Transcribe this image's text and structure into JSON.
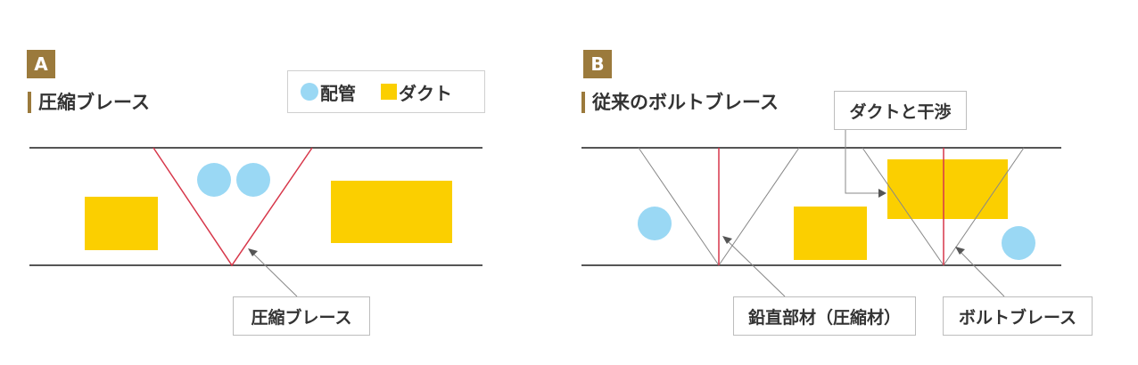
{
  "colors": {
    "accent": "#9b7a3c",
    "brace_red": "#d7374a",
    "pipe_blue": "#9ad8f4",
    "duct_yellow": "#fbcf00",
    "beam": "#555555",
    "thin_line": "#888888"
  },
  "panel_a": {
    "badge": "A",
    "heading": "圧縮ブレース",
    "callout": "圧縮ブレース"
  },
  "legend": {
    "pipe_label": "配管",
    "duct_label": "ダクト"
  },
  "panel_b": {
    "badge": "B",
    "heading": "従来のボルトブレース",
    "callout_interference": "ダクトと干渉",
    "callout_vertical": "鉛直部材（圧縮材）",
    "callout_bolt": "ボルトブレース"
  }
}
